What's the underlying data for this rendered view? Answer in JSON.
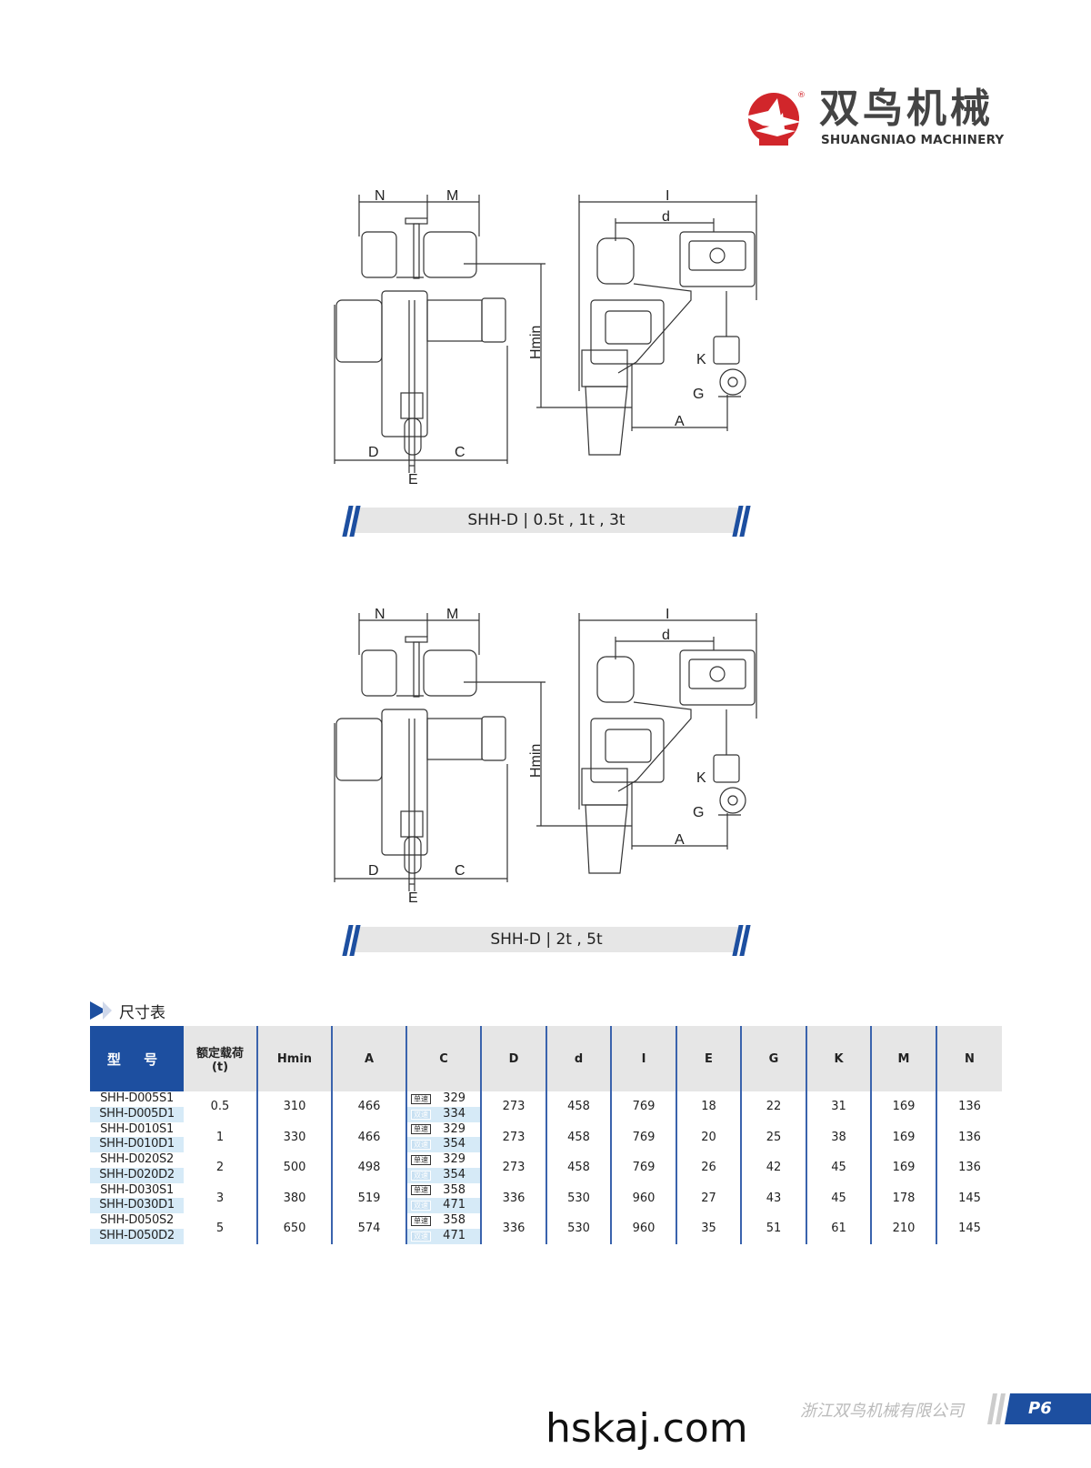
{
  "header": {
    "logo_cn": "双鸟机械",
    "logo_en": "SHUANGNIAO MACHINERY",
    "registered": "®"
  },
  "diagrams": [
    {
      "caption": "SHH-D | 0.5t , 1t , 3t",
      "labels": {
        "N": "N",
        "M": "M",
        "Hmin": "Hmin",
        "D": "D",
        "C": "C",
        "E": "E",
        "I": "I",
        "d": "d",
        "K": "K",
        "G": "G",
        "A": "A"
      }
    },
    {
      "caption": "SHH-D | 2t , 5t",
      "labels": {
        "N": "N",
        "M": "M",
        "Hmin": "Hmin",
        "D": "D",
        "C": "C",
        "E": "E",
        "I": "I",
        "d": "d",
        "K": "K",
        "G": "G",
        "A": "A"
      }
    }
  ],
  "table": {
    "title": "尺寸表",
    "headers": [
      "型 号",
      "额定载荷",
      "(t)",
      "Hmin",
      "A",
      "C",
      "D",
      "d",
      "I",
      "E",
      "G",
      "K",
      "M",
      "N"
    ],
    "speed_tags": [
      "单速",
      "双速"
    ],
    "rows": [
      {
        "models": [
          "SHH-D005S1",
          "SHH-D005D1"
        ],
        "load": "0.5",
        "Hmin": "310",
        "A": "466",
        "C": [
          "329",
          "334"
        ],
        "D": "273",
        "d": "458",
        "I": "769",
        "E": "18",
        "G": "22",
        "K": "31",
        "M": "169",
        "N": "136"
      },
      {
        "models": [
          "SHH-D010S1",
          "SHH-D010D1"
        ],
        "load": "1",
        "Hmin": "330",
        "A": "466",
        "C": [
          "329",
          "354"
        ],
        "D": "273",
        "d": "458",
        "I": "769",
        "E": "20",
        "G": "25",
        "K": "38",
        "M": "169",
        "N": "136"
      },
      {
        "models": [
          "SHH-D020S2",
          "SHH-D020D2"
        ],
        "load": "2",
        "Hmin": "500",
        "A": "498",
        "C": [
          "329",
          "354"
        ],
        "D": "273",
        "d": "458",
        "I": "769",
        "E": "26",
        "G": "42",
        "K": "45",
        "M": "169",
        "N": "136"
      },
      {
        "models": [
          "SHH-D030S1",
          "SHH-D030D1"
        ],
        "load": "3",
        "Hmin": "380",
        "A": "519",
        "C": [
          "358",
          "471"
        ],
        "D": "336",
        "d": "530",
        "I": "960",
        "E": "27",
        "G": "43",
        "K": "45",
        "M": "178",
        "N": "145"
      },
      {
        "models": [
          "SHH-D050S2",
          "SHH-D050D2"
        ],
        "load": "5",
        "Hmin": "650",
        "A": "574",
        "C": [
          "358",
          "471"
        ],
        "D": "336",
        "d": "530",
        "I": "960",
        "E": "35",
        "G": "51",
        "K": "61",
        "M": "210",
        "N": "145"
      }
    ]
  },
  "footer": {
    "url": "hskaj.com",
    "company": "浙江双鸟机械有限公司",
    "page": "P6"
  },
  "colors": {
    "brand_blue": "#1d4fa0",
    "logo_red": "#d1262b",
    "header_gray": "#e6e6e6",
    "row_tint": "#d6eaf7"
  }
}
